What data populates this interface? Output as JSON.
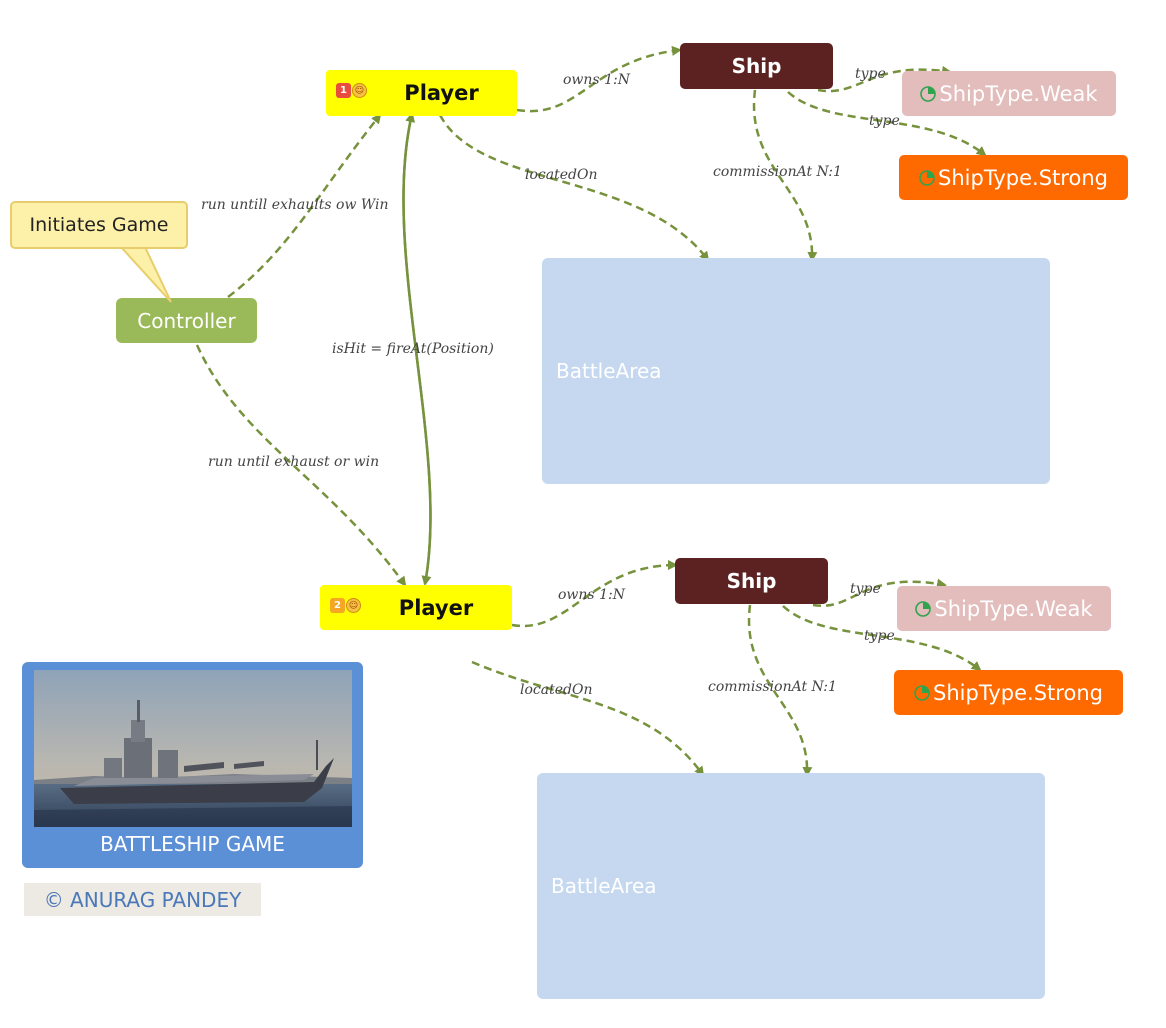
{
  "players": [
    {
      "label": "Player",
      "badge": "1",
      "badge_color": "#e84c3d"
    },
    {
      "label": "Player",
      "badge": "2",
      "badge_color": "#f5a623"
    }
  ],
  "ships": [
    "Ship",
    "Ship"
  ],
  "ship_types": {
    "weak": "ShipType.Weak",
    "strong": "ShipType.Strong"
  },
  "controller": "Controller",
  "battle_area": "BattleArea",
  "callout": "Initiates Game",
  "edge_labels": {
    "owns": "owns 1:N",
    "type": "type",
    "located_on": "locatedOn",
    "commission_at": "commissionAt N:1",
    "run_until_win": "run untill exhaults ow Win",
    "run_until_exhaust": "run until exhaust or win",
    "fire_at": "isHit = fireAt(Position)"
  },
  "card": {
    "caption": "BATTLESHIP GAME"
  },
  "copyright": "© ANURAG PANDEY",
  "colors": {
    "edge": "#76923c",
    "player": "#ffff00",
    "ship": "#5b2221",
    "weak": "#e3bcbc",
    "strong": "#ff6a00",
    "controller": "#9aba59",
    "battle_area": "#c6d8ef"
  }
}
